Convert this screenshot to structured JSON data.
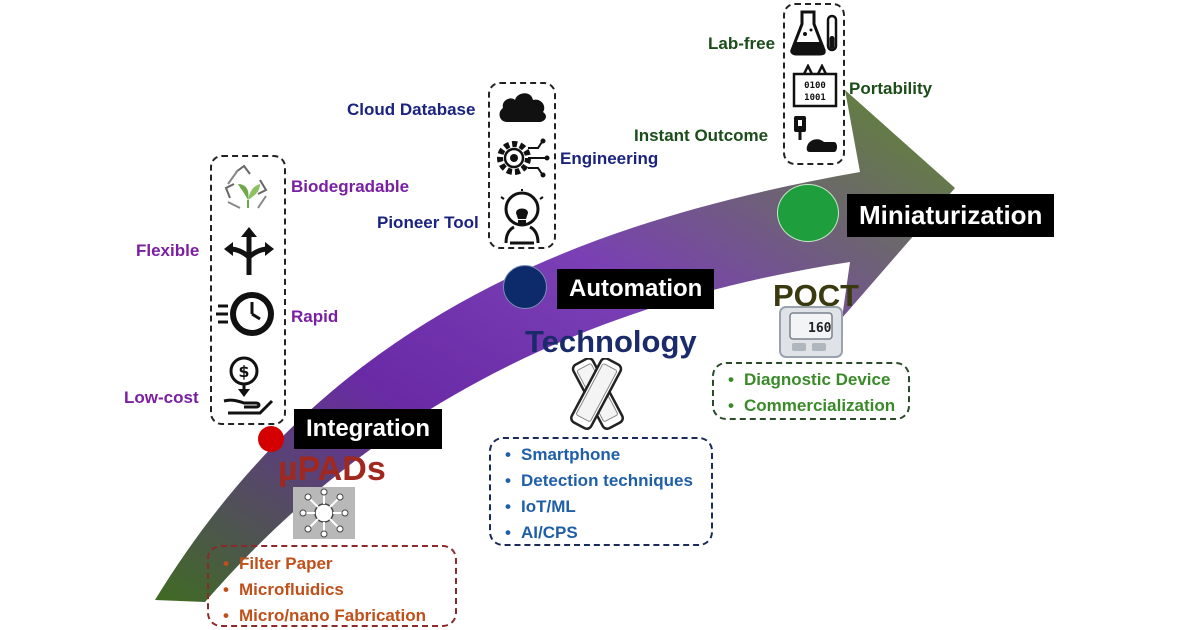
{
  "stages": {
    "integration": "Integration",
    "automation": "Automation",
    "miniaturization": "Miniaturization"
  },
  "headings": {
    "upads": "µPADs",
    "technology": "Technology",
    "poct": "POCT"
  },
  "integration_features": {
    "biodegradable": "Biodegradable",
    "flexible": "Flexible",
    "rapid": "Rapid",
    "low_cost": "Low-cost"
  },
  "automation_features": {
    "cloud_database": "Cloud Database",
    "engineering": "Engineering",
    "pioneer_tool": "Pioneer Tool"
  },
  "miniaturization_features": {
    "lab_free": "Lab-free",
    "portability": "Portability",
    "instant_outcome": "Instant Outcome"
  },
  "upads_list": [
    "Filter Paper",
    "Microfluidics",
    "Micro/nano Fabrication"
  ],
  "technology_list": [
    "Smartphone",
    "Detection techniques",
    "IoT/ML",
    "AI/CPS"
  ],
  "poct_list": [
    "Diagnostic Device",
    "Commercialization"
  ],
  "device_readout": "160",
  "colors": {
    "integration_dot": "#d40000",
    "automation_dot": "#0d2a6b",
    "miniaturization_dot": "#1e9e3c",
    "purple_text": "#7a1fa2",
    "navy_text": "#1a237e",
    "green_text": "#1b4d1b",
    "upads_red": "#a0281e",
    "orange_text": "#c0501a",
    "blue_text": "#1f5fa8",
    "poct_green": "#3a8a2a"
  }
}
